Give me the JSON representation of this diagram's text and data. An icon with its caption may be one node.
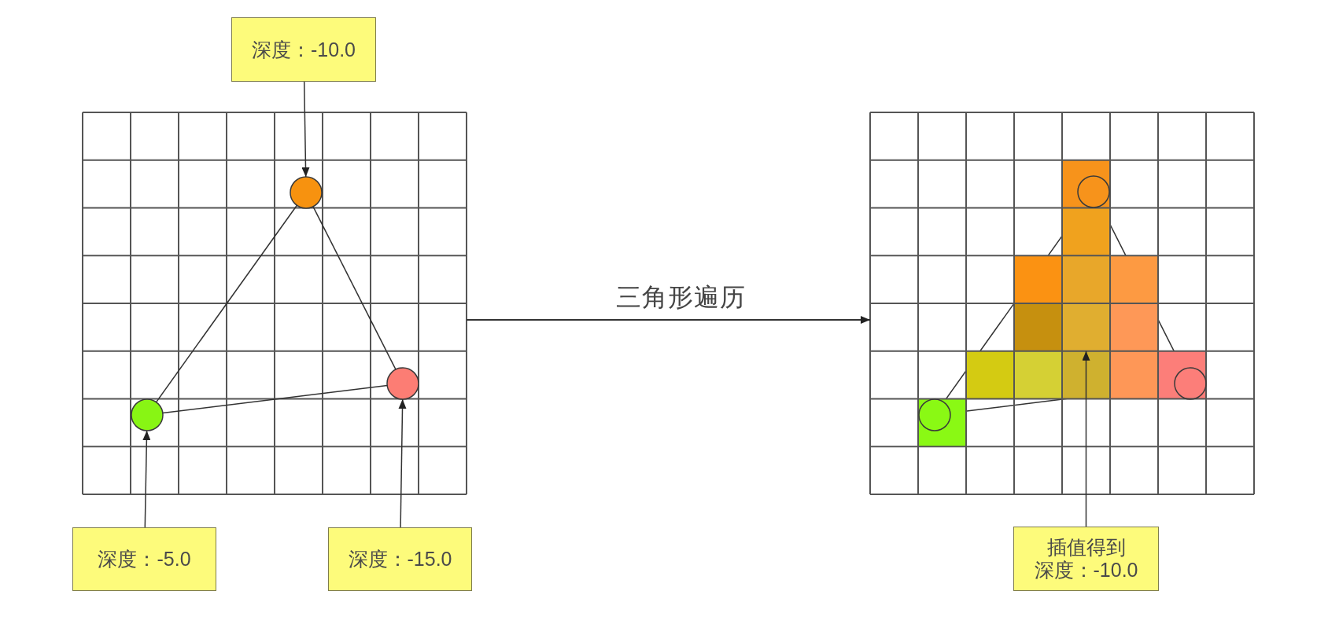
{
  "diagram": {
    "nodes": [
      {
        "text": [
          "深度：-10.0"
        ]
      },
      {
        "text": [],
        "shape": "grid"
      },
      {
        "text": [],
        "shape": "circle",
        "in": 1
      },
      {
        "text": [],
        "shape": "circle",
        "in": 1
      },
      {
        "text": [],
        "shape": "circle",
        "in": 1
      },
      {
        "text": [
          "深度：-5.0"
        ]
      },
      {
        "text": [
          "深度：-15.0"
        ]
      },
      {
        "text": [],
        "shape": "grid"
      },
      {
        "text": [],
        "shape": "box",
        "in": 7
      },
      {
        "text": [
          "插值得到",
          "深度：-10.0"
        ]
      }
    ],
    "edges": [
      {
        "from": 0,
        "to": 3,
        "arrow": "to"
      },
      {
        "from": 5,
        "to": 2,
        "arrow": "to"
      },
      {
        "from": 6,
        "to": 4,
        "arrow": "to"
      },
      {
        "from": 3,
        "to": 2,
        "arrow": "none"
      },
      {
        "from": 3,
        "to": 4,
        "arrow": "none"
      },
      {
        "from": 2,
        "to": 4,
        "arrow": "none"
      },
      {
        "from": 1,
        "to": 7,
        "arrow": "to",
        "label": "三角形遍历"
      },
      {
        "from": 9,
        "to": 8,
        "arrow": "to"
      }
    ]
  }
}
